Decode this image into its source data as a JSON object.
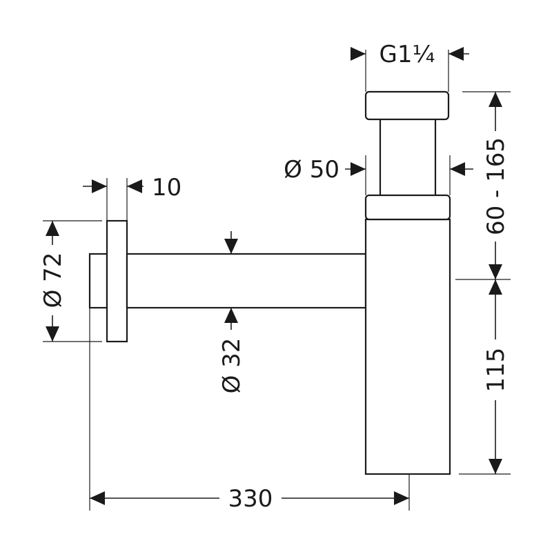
{
  "dimensions": {
    "thread": "G1¼",
    "outlet_diameter": "Ø 50",
    "wall_plate_thickness": "10",
    "wall_plate_diameter": "Ø 72",
    "pipe_diameter": "Ø 32",
    "height_range": "60 - 165",
    "body_height": "115",
    "projection": "330"
  }
}
